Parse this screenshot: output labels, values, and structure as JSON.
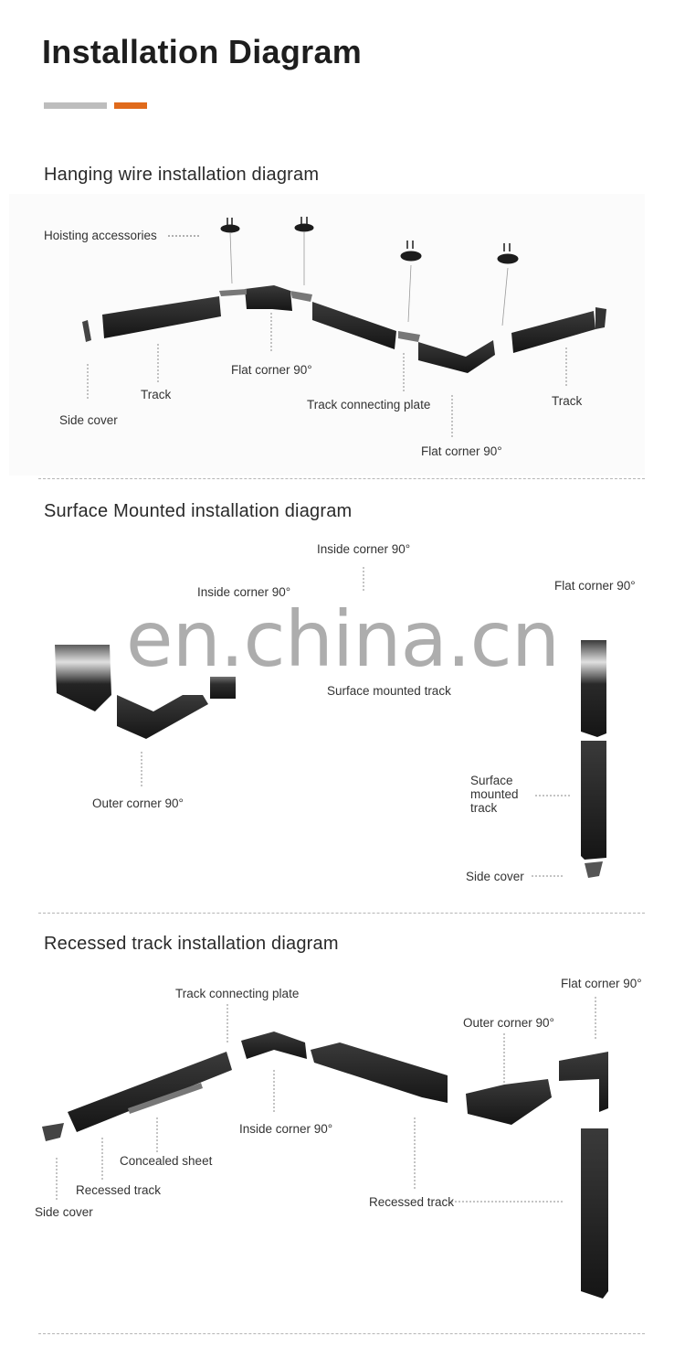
{
  "header": {
    "title": "Installation Diagram",
    "accent_grey": "#bdbdbd",
    "accent_orange": "#e06a1b"
  },
  "sections": [
    {
      "title": "Hanging wire installation diagram",
      "labels": {
        "hoisting_accessories": "Hoisting accessories",
        "side_cover": "Side cover",
        "track_left": "Track",
        "flat_corner_1": "Flat corner 90°",
        "track_connecting_plate": "Track connecting plate",
        "flat_corner_2": "Flat corner 90°",
        "track_right": "Track"
      }
    },
    {
      "title": "Surface Mounted installation diagram",
      "labels": {
        "inside_corner_top": "Inside corner 90°",
        "inside_corner_left": "Inside corner 90°",
        "flat_corner": "Flat corner 90°",
        "surface_mounted_track_h": "Surface mounted track",
        "outer_corner": "Outer corner 90°",
        "surface_mounted_track_v": "Surface mounted track",
        "side_cover": "Side cover"
      }
    },
    {
      "title": "Recessed track installation diagram",
      "labels": {
        "track_connecting_plate": "Track connecting plate",
        "flat_corner": "Flat corner 90°",
        "outer_corner": "Outer corner 90°",
        "inside_corner": "Inside corner 90°",
        "concealed_sheet": "Concealed sheet",
        "recessed_track_left": "Recessed track",
        "side_cover": "Side cover",
        "recessed_track_right": "Recessed track"
      }
    }
  ],
  "watermark": "en.china.cn"
}
